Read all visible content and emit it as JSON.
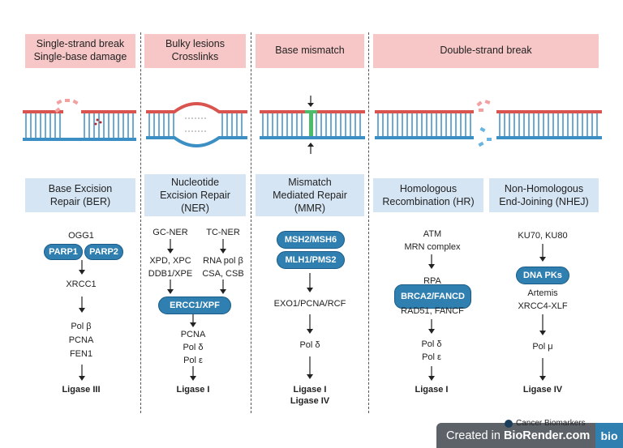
{
  "damage_headers": [
    [
      "Single-strand break",
      "Single-base damage"
    ],
    [
      "Bulky lesions",
      "Crosslinks"
    ],
    [
      "Base mismatch"
    ],
    [
      "Double-strand break"
    ]
  ],
  "repair_headers": {
    "ber": [
      "Base Excision",
      "Repair (BER)"
    ],
    "ner": [
      "Nucleotide",
      "Excision Repair",
      "(NER)"
    ],
    "mmr": [
      "Mismatch",
      "Mediated Repair",
      "(MMR)"
    ],
    "hr": [
      "Homologous",
      "Recombination (HR)"
    ],
    "nhej": [
      "Non-Homologous",
      "End-Joining (NHEJ)"
    ]
  },
  "ber": {
    "ogg1": "OGG1",
    "parp1": "PARP1",
    "parp2": "PARP2",
    "xrcc1": "XRCC1",
    "pol_b": "Pol β",
    "pcna": "PCNA",
    "fen1": "FEN1",
    "ligase": "Ligase III"
  },
  "ner": {
    "gc_ner": "GC-NER",
    "tc_ner": "TC-NER",
    "gc_proteins": [
      "XPD, XPC",
      "DDB1/XPE"
    ],
    "tc_proteins": [
      "RNA pol β",
      "CSA, CSB"
    ],
    "ercc1": "ERCC1/XPF",
    "polymerases": [
      "PCNA",
      "Pol δ",
      "Pol ε"
    ],
    "ligase": "Ligase I"
  },
  "mmr": {
    "msh": "MSH2/MSH6",
    "mlh": "MLH1/PMS2",
    "exo": "EXO1/PCNA/RCF",
    "pol": "Pol δ",
    "ligases": [
      "Ligase I",
      "Ligase IV"
    ]
  },
  "hr": {
    "atm": [
      "ATM",
      "MRN complex"
    ],
    "rpa": "RPA",
    "brca": "BRCA2/FANCD",
    "rad51": "RAD51, FANCF",
    "pols": [
      "Pol δ",
      "Pol ε"
    ],
    "ligase": "Ligase I"
  },
  "nhej": {
    "ku": "KU70, KU80",
    "dnapk": "DNA PKs",
    "artemis": [
      "Artemis",
      "XRCC4-XLF"
    ],
    "pol": "Pol μ",
    "ligase": "Ligase IV"
  },
  "legend": {
    "label": "Cancer Biomarkers",
    "dot_color": "#1a3e5c"
  },
  "badge": {
    "prefix": "Created in ",
    "brand": "BioRender.com",
    "logo": "bio"
  },
  "colors": {
    "strand_top": "#d9534f",
    "strand_bottom": "#3b8fc4",
    "pill": "#2f7fb1",
    "damage_box": "#f7c6c6",
    "repair_box": "#d5e5f4"
  }
}
